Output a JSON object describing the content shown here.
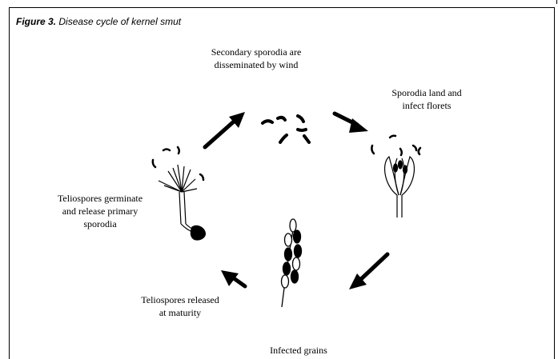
{
  "figure": {
    "label": "Figure 3.",
    "caption": "Disease cycle of kernel smut"
  },
  "stages": [
    {
      "line1": "Secondary sporodia are",
      "line2": "disseminated by wind"
    },
    {
      "line1": "Sporodia land and",
      "line2": "infect florets"
    },
    {
      "line1": "Infected grains",
      "line2": ""
    },
    {
      "line1": "Teliospores released",
      "line2": "at maturity"
    },
    {
      "line1": "Teliospores germinate",
      "line2": "and release primary",
      "line3": "sporodia"
    }
  ],
  "colors": {
    "ink": "#000000",
    "background": "#ffffff"
  }
}
